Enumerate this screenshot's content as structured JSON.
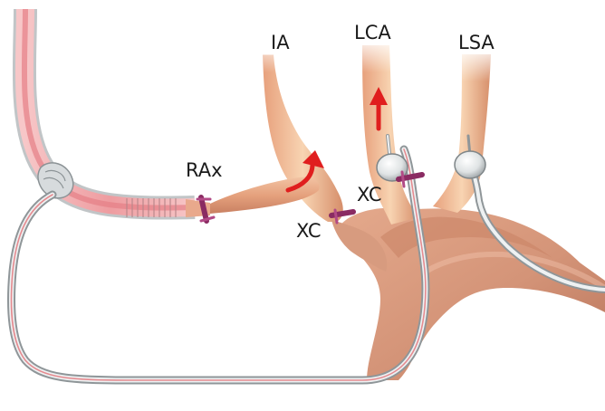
{
  "labels": {
    "ia": "IA",
    "lca": "LCA",
    "lsa": "LSA",
    "rax": "RAx",
    "xc_ia": "XC",
    "xc_lca": "XC"
  },
  "colors": {
    "vessel_light": "#f6cfae",
    "vessel_mid": "#e8a27c",
    "vessel_dark": "#c98062",
    "arch_light": "#e9b9a0",
    "arch_dark": "#b5735a",
    "graft_pink": "#f1a7a7",
    "graft_edge": "#d77c80",
    "tube_outer": "#9ca3a6",
    "tube_inner": "#e6eaeb",
    "clamp": "#8a2b62",
    "arrow_red": "#e01e1e"
  }
}
